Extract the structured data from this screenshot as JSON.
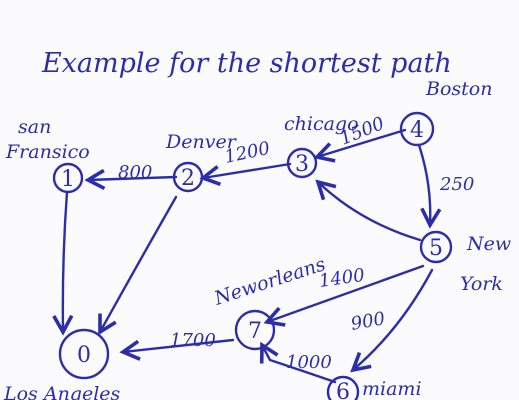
{
  "title": "Example for the shortest path",
  "nodes": [
    {
      "id": "0",
      "label": "0",
      "city": "Los Angeles"
    },
    {
      "id": "1",
      "label": "1",
      "city_line1": "san",
      "city_line2": "Fransico"
    },
    {
      "id": "2",
      "label": "2",
      "city": "Denver"
    },
    {
      "id": "3",
      "label": "3",
      "city": "chicago"
    },
    {
      "id": "4",
      "label": "4",
      "city": "Boston"
    },
    {
      "id": "5",
      "label": "5",
      "city_line1": "New",
      "city_line2": "York"
    },
    {
      "id": "6",
      "label": "6",
      "city": "miami"
    },
    {
      "id": "7",
      "label": "7",
      "city": "Neworleans"
    }
  ],
  "edges": [
    {
      "from": "2",
      "to": "1",
      "weight": "800"
    },
    {
      "from": "3",
      "to": "2",
      "weight": "1200"
    },
    {
      "from": "4",
      "to": "3",
      "weight": "1500"
    },
    {
      "from": "4",
      "to": "5",
      "weight": "250"
    },
    {
      "from": "5",
      "to": "7",
      "weight": "1400"
    },
    {
      "from": "7",
      "to": "0",
      "weight": "1700"
    },
    {
      "from": "5",
      "to": "6",
      "weight": "900"
    },
    {
      "from": "6",
      "to": "7",
      "weight": "1000"
    },
    {
      "from": "5",
      "to": "3",
      "weight": ""
    },
    {
      "from": "1",
      "to": "0",
      "weight": ""
    },
    {
      "from": "2",
      "to": "0",
      "weight": ""
    }
  ],
  "colors": {
    "ink": "#2b2ea8",
    "paper": "#fbfbfd"
  }
}
